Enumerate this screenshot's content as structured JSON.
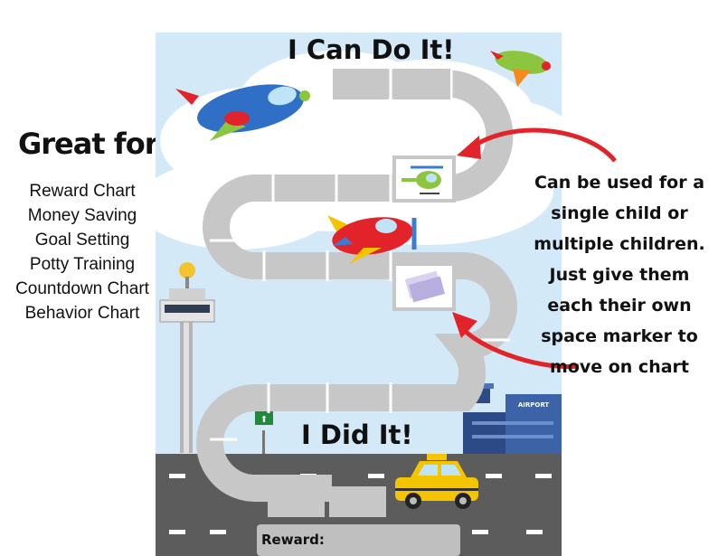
{
  "left_panel": {
    "heading": "Great for:",
    "uses": [
      "Reward Chart",
      "Money Saving",
      "Goal Setting",
      "Potty Training",
      "Countdown Chart",
      "Behavior Chart"
    ]
  },
  "board": {
    "title": "I Can Do It!",
    "finish": "I Did It!",
    "reward_label": "Reward:",
    "airport_sign": "AIRPORT"
  },
  "callout": {
    "lines": [
      "Can be used for a",
      "single child or",
      "multiple children.",
      "Just give them",
      "each their own",
      "space marker to",
      "move on chart"
    ]
  },
  "colors": {
    "sky": "#d4e9f7",
    "path": "#c7c7c7",
    "road": "#5c5c5c",
    "arrow": "#e2232a",
    "taxi": "#f5c400"
  }
}
